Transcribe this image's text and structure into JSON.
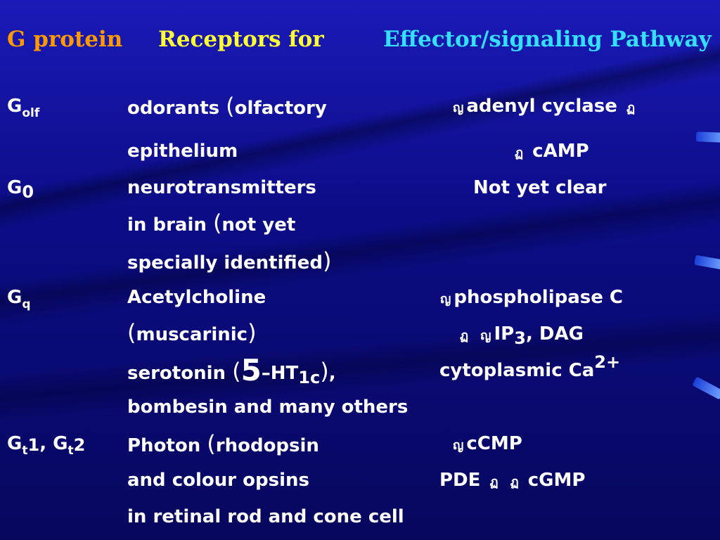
{
  "colors": {
    "background": "#0b0b78",
    "col1": "#ff9900",
    "col2": "#ffff33",
    "col3": "#33e0ff",
    "text": "#ffffff"
  },
  "headers": {
    "g_protein": "G protein",
    "receptors": "Receptors for",
    "effector": "Effector/signaling Pathway"
  },
  "rows": {
    "golf": {
      "g_base": "G",
      "g_sub": "olf",
      "r1_text": "odorants ",
      "r1_paren": "(",
      "r1_tail": "olfactory",
      "r2_text": "epithelium",
      "e1_mark": "ญ",
      "e1_text": "adenyl cyclase ",
      "e1_mark2": "ฏ",
      "e2_mark": "ฏ",
      "e2_text": "cAMP"
    },
    "g0": {
      "g_base": "G",
      "g_sub": "0",
      "r1_text": "neurotransmitters",
      "r2_text": "in brain ",
      "r2_paren": "(",
      "r2_tail": "not yet",
      "r3_text": "specially identified",
      "r3_paren": ")",
      "e1_text": "Not yet clear"
    },
    "gq": {
      "g_base": "G",
      "g_sub": "q",
      "r1_text": "Acetylcholine",
      "r2_paren_open": "(",
      "r2_text": "muscarinic",
      "r2_paren_close": ")",
      "r3_pre": "serotonin ",
      "r3_paren_open": "(",
      "r3_big": "5",
      "r3_mid": "–HT",
      "r3_sub": "1c",
      "r3_paren_close": ")",
      "r3_comma": ",",
      "r4_text": "bombesin and many others",
      "e1_mark": "ญ",
      "e1_text": "phospholipase C",
      "e2_mark": "ฏ",
      "e2_mark2": "ญ",
      "e2_text": "IP",
      "e2_sub": "3",
      "e2_tail": ", DAG",
      "e3_text": "cytoplasmic Ca",
      "e3_sup": "2+"
    },
    "gt": {
      "g_base1": "G",
      "g_sub1": "t",
      "g_num1": "1",
      "g_sep": ", ",
      "g_base2": "G",
      "g_sub2": "t",
      "g_num2": "2",
      "r1_text": "Photon ",
      "r1_paren": "(",
      "r1_tail": "rhodopsin",
      "r2_text": "and colour opsins",
      "r3_text": "in retinal rod and cone cell",
      "e1_mark": "ญ",
      "e1_text": "cCMP",
      "e2_text": "PDE ",
      "e2_mark": "ฏ",
      "e2_mark2": "ฏ",
      "e2_tail": "cGMP"
    }
  }
}
